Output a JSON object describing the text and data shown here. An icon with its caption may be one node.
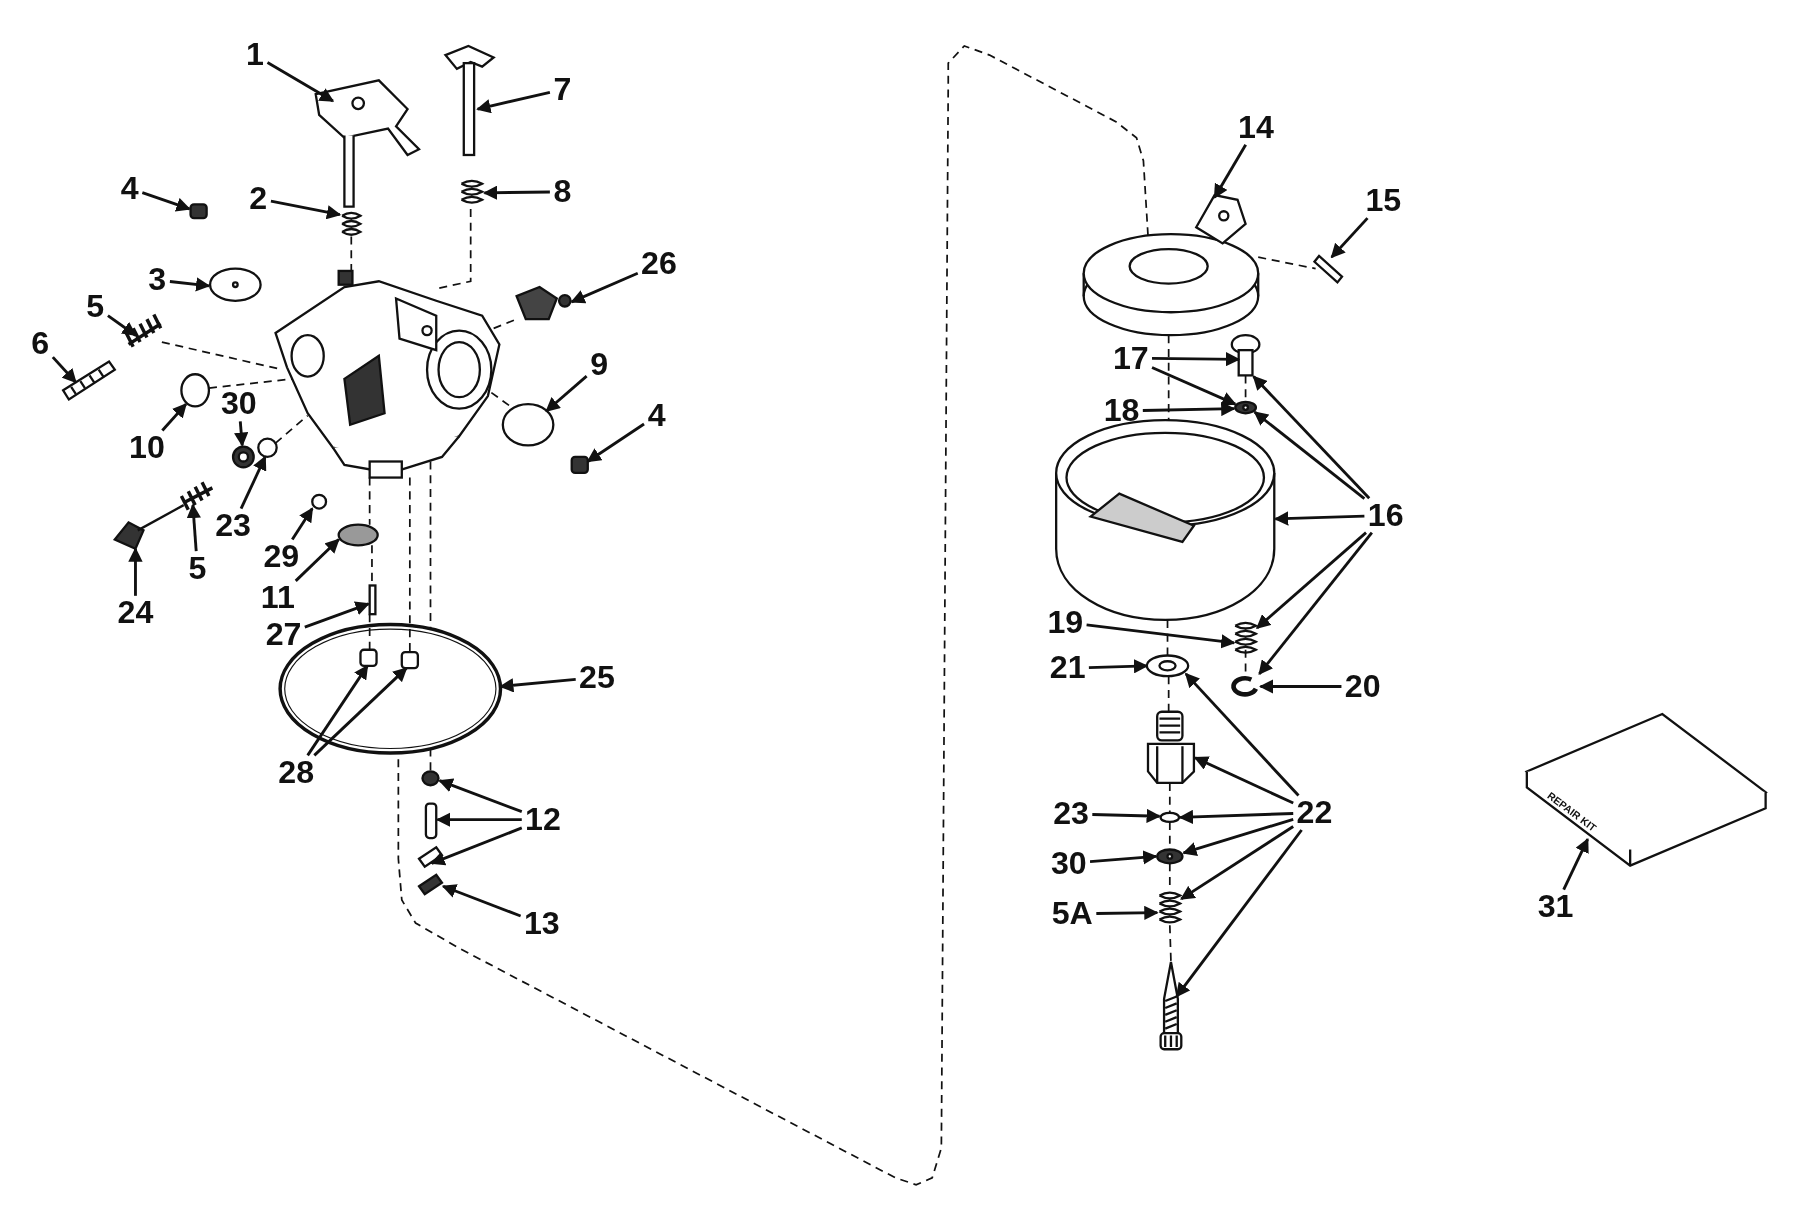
{
  "diagram": {
    "nodes": [
      {
        "text": [
          "1"
        ]
      },
      {
        "text": [
          "7"
        ]
      },
      {
        "text": [
          "4"
        ]
      },
      {
        "text": [
          "2"
        ]
      },
      {
        "text": [
          "8"
        ]
      },
      {
        "text": [
          "3"
        ]
      },
      {
        "text": [
          "26"
        ]
      },
      {
        "text": [
          "5"
        ]
      },
      {
        "text": [
          "6"
        ]
      },
      {
        "text": [
          "9"
        ]
      },
      {
        "text": [
          "10"
        ]
      },
      {
        "text": [
          "30"
        ]
      },
      {
        "text": [
          "4"
        ]
      },
      {
        "text": [
          "23"
        ]
      },
      {
        "text": [
          "29"
        ]
      },
      {
        "text": [
          "5"
        ]
      },
      {
        "text": [
          "24"
        ]
      },
      {
        "text": [
          "11"
        ]
      },
      {
        "text": [
          "27"
        ]
      },
      {
        "text": [
          "25"
        ]
      },
      {
        "text": [
          "28"
        ]
      },
      {
        "text": [
          "12"
        ]
      },
      {
        "text": [
          "13"
        ]
      },
      {
        "text": [
          "14"
        ]
      },
      {
        "text": [
          "15"
        ]
      },
      {
        "text": [
          "17"
        ]
      },
      {
        "text": [
          "18"
        ]
      },
      {
        "text": [
          "16"
        ]
      },
      {
        "text": [
          "19"
        ]
      },
      {
        "text": [
          "21"
        ]
      },
      {
        "text": [
          "20"
        ]
      },
      {
        "text": [
          "22"
        ]
      },
      {
        "text": [
          "23"
        ]
      },
      {
        "text": [
          "30"
        ]
      },
      {
        "text": [
          "5A"
        ]
      },
      {
        "text": [
          "31"
        ]
      },
      {
        "text": [],
        "shape": "picture"
      },
      {
        "text": [],
        "shape": "picture"
      },
      {
        "text": [],
        "shape": "box"
      },
      {
        "text": [],
        "shape": "picture"
      },
      {
        "text": [],
        "shape": "picture"
      },
      {
        "text": [],
        "shape": "picture"
      },
      {
        "text": [],
        "shape": "picture"
      },
      {
        "text": [],
        "shape": "picture"
      },
      {
        "text": [],
        "shape": "picture"
      },
      {
        "text": [],
        "shape": "circle"
      },
      {
        "text": [],
        "shape": "circle"
      },
      {
        "text": [],
        "shape": "picture"
      },
      {
        "text": [],
        "shape": "box"
      },
      {
        "text": [],
        "shape": "circle"
      },
      {
        "text": [],
        "shape": "circle"
      },
      {
        "text": [],
        "shape": "picture"
      },
      {
        "text": [],
        "shape": "picture"
      },
      {
        "text": [],
        "shape": "circle"
      },
      {
        "text": [],
        "shape": "bar"
      },
      {
        "text": [],
        "shape": "picture"
      },
      {
        "text": [],
        "shape": "box",
        "in": 55
      },
      {
        "text": [],
        "shape": "box",
        "in": 55
      },
      {
        "text": [],
        "shape": "circle"
      },
      {
        "text": [],
        "shape": "box"
      },
      {
        "text": [],
        "shape": "picture"
      },
      {
        "text": [],
        "shape": "picture"
      },
      {
        "text": [],
        "shape": "picture"
      },
      {
        "text": [],
        "shape": "picture"
      },
      {
        "text": [],
        "shape": "picture"
      },
      {
        "text": [],
        "shape": "picture"
      },
      {
        "text": [],
        "shape": "picture"
      },
      {
        "text": [],
        "shape": "picture"
      },
      {
        "text": [],
        "shape": "picture"
      },
      {
        "text": [],
        "shape": "picture"
      },
      {
        "text": [],
        "shape": "picture"
      },
      {
        "text": [],
        "shape": "circle"
      },
      {
        "text": [],
        "shape": "picture"
      },
      {
        "text": [],
        "shape": "picture"
      },
      {
        "text": [],
        "shape": "picture"
      },
      {
        "text": [],
        "shape": "picture"
      },
      {
        "text": [],
        "shape": "picture"
      }
    ],
    "edges": [
      {
        "from": 0,
        "to": 36,
        "arrow": "to"
      },
      {
        "from": 1,
        "to": 37,
        "arrow": "to"
      },
      {
        "from": 2,
        "to": 38,
        "arrow": "to"
      },
      {
        "from": 3,
        "to": 39,
        "arrow": "to"
      },
      {
        "from": 4,
        "to": 40,
        "arrow": "to"
      },
      {
        "from": 5,
        "to": 41,
        "arrow": "to"
      },
      {
        "from": 6,
        "to": 42,
        "arrow": "to"
      },
      {
        "from": 7,
        "to": 43,
        "arrow": "to"
      },
      {
        "from": 8,
        "to": 44,
        "arrow": "to"
      },
      {
        "from": 9,
        "to": 45,
        "arrow": "to"
      },
      {
        "from": 10,
        "to": 46,
        "arrow": "to"
      },
      {
        "from": 11,
        "to": 47,
        "arrow": "to"
      },
      {
        "from": 12,
        "to": 48,
        "arrow": "to"
      },
      {
        "from": 13,
        "to": 49,
        "arrow": "to"
      },
      {
        "from": 14,
        "to": 50,
        "arrow": "to"
      },
      {
        "from": 15,
        "to": 51,
        "arrow": "to"
      },
      {
        "from": 16,
        "to": 52,
        "arrow": "to"
      },
      {
        "from": 17,
        "to": 53,
        "arrow": "to"
      },
      {
        "from": 18,
        "to": 54,
        "arrow": "to"
      },
      {
        "from": 19,
        "to": 55,
        "arrow": "to"
      },
      {
        "from": 20,
        "to": 56,
        "arrow": "to"
      },
      {
        "from": 20,
        "to": 57,
        "arrow": "to"
      },
      {
        "from": 21,
        "to": 58,
        "arrow": "to"
      },
      {
        "from": 21,
        "to": 59,
        "arrow": "to"
      },
      {
        "from": 21,
        "to": 60,
        "arrow": "to"
      },
      {
        "from": 22,
        "to": 61,
        "arrow": "to"
      },
      {
        "from": 23,
        "to": 62,
        "arrow": "to"
      },
      {
        "from": 24,
        "to": 63,
        "arrow": "to"
      },
      {
        "from": 25,
        "to": 64,
        "arrow": "to"
      },
      {
        "from": 25,
        "to": 65,
        "arrow": "to"
      },
      {
        "from": 26,
        "to": 65,
        "arrow": "to"
      },
      {
        "from": 27,
        "to": 64,
        "arrow": "to"
      },
      {
        "from": 27,
        "to": 65,
        "arrow": "to"
      },
      {
        "from": 27,
        "to": 66,
        "arrow": "to"
      },
      {
        "from": 27,
        "to": 67,
        "arrow": "to"
      },
      {
        "from": 27,
        "to": 68,
        "arrow": "to"
      },
      {
        "from": 28,
        "to": 67,
        "arrow": "to"
      },
      {
        "from": 29,
        "to": 69,
        "arrow": "to"
      },
      {
        "from": 30,
        "to": 68,
        "arrow": "to"
      },
      {
        "from": 31,
        "to": 69,
        "arrow": "to"
      },
      {
        "from": 31,
        "to": 70,
        "arrow": "to"
      },
      {
        "from": 31,
        "to": 71,
        "arrow": "to"
      },
      {
        "from": 31,
        "to": 72,
        "arrow": "to"
      },
      {
        "from": 31,
        "to": 73,
        "arrow": "to"
      },
      {
        "from": 31,
        "to": 74,
        "arrow": "to"
      },
      {
        "from": 32,
        "to": 71,
        "arrow": "to"
      },
      {
        "from": 33,
        "to": 72,
        "arrow": "to"
      },
      {
        "from": 34,
        "to": 73,
        "arrow": "to"
      },
      {
        "from": 35,
        "to": 75,
        "arrow": "to"
      },
      {
        "from": 39,
        "to": 76,
        "arrow": "none",
        "style": "dashed"
      },
      {
        "from": 40,
        "to": 76,
        "arrow": "none",
        "style": "dashed"
      },
      {
        "from": 43,
        "to": 76,
        "arrow": "none",
        "style": "dashed"
      },
      {
        "from": 46,
        "to": 76,
        "arrow": "none",
        "style": "dashed"
      },
      {
        "from": 76,
        "to": 42,
        "arrow": "none",
        "style": "dashed"
      },
      {
        "from": 76,
        "to": 45,
        "arrow": "none",
        "style": "dashed"
      },
      {
        "from": 49,
        "to": 76,
        "arrow": "none",
        "style": "dashed"
      },
      {
        "from": 76,
        "to": 53,
        "arrow": "none",
        "style": "dashed"
      },
      {
        "from": 53,
        "to": 54,
        "arrow": "none",
        "style": "dashed"
      },
      {
        "from": 54,
        "to": 56,
        "arrow": "none",
        "style": "dashed"
      },
      {
        "from": 76,
        "to": 57,
        "arrow": "none",
        "style": "dashed"
      },
      {
        "from": 76,
        "to": 55,
        "arrow": "none",
        "style": "dashed"
      },
      {
        "from": 55,
        "to": 58,
        "arrow": "none",
        "style": "dashed"
      },
      {
        "from": 62,
        "to": 55,
        "arrow": "none",
        "style": "dashed"
      },
      {
        "from": 62,
        "to": 63,
        "arrow": "none",
        "style": "dashed"
      },
      {
        "from": 62,
        "to": 66,
        "arrow": "none",
        "style": "dashed"
      },
      {
        "from": 64,
        "to": 65,
        "arrow": "none",
        "style": "dashed"
      },
      {
        "from": 67,
        "to": 68,
        "arrow": "none",
        "style": "dashed"
      },
      {
        "from": 66,
        "to": 69,
        "arrow": "none",
        "style": "dashed"
      },
      {
        "from": 69,
        "to": 70,
        "arrow": "none",
        "style": "dashed"
      },
      {
        "from": 70,
        "to": 71,
        "arrow": "none",
        "style": "dashed"
      },
      {
        "from": 71,
        "to": 72,
        "arrow": "none",
        "style": "dashed"
      },
      {
        "from": 72,
        "to": 73,
        "arrow": "none",
        "style": "dashed"
      },
      {
        "from": 73,
        "to": 74,
        "arrow": "none",
        "style": "dashed"
      }
    ],
    "labels": [
      "REPAIR KIT"
    ]
  }
}
